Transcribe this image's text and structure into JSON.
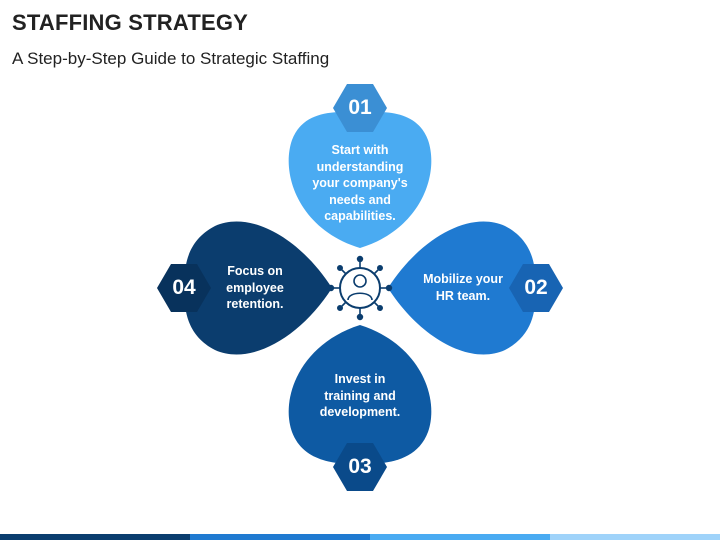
{
  "title": "STAFFING STRATEGY",
  "subtitle": "A Step-by-Step Guide to Strategic Staffing",
  "steps": [
    {
      "number": "01",
      "text": "Start with\nunderstanding\nyour company's\nneeds and\ncapabilities.",
      "color": "#4AABF2",
      "badge_color": "#3B8FD4"
    },
    {
      "number": "02",
      "text": "Mobilize your\nHR team.",
      "color": "#1F7AD1",
      "badge_color": "#1864B3"
    },
    {
      "number": "03",
      "text": "Invest in\ntraining and\ndevelopment.",
      "color": "#0E5AA3",
      "badge_color": "#0A4A8A"
    },
    {
      "number": "04",
      "text": "Focus on\nemployee\nretention.",
      "color": "#0B3D6E",
      "badge_color": "#08325C"
    }
  ],
  "center_icon": "person-gear-icon",
  "colors": {
    "text": "#222222",
    "icon": "#0B3D6E"
  },
  "footer_colors": [
    "#0B3D6E",
    "#1F7AD1",
    "#4AABF2",
    "#9FD3FA"
  ]
}
